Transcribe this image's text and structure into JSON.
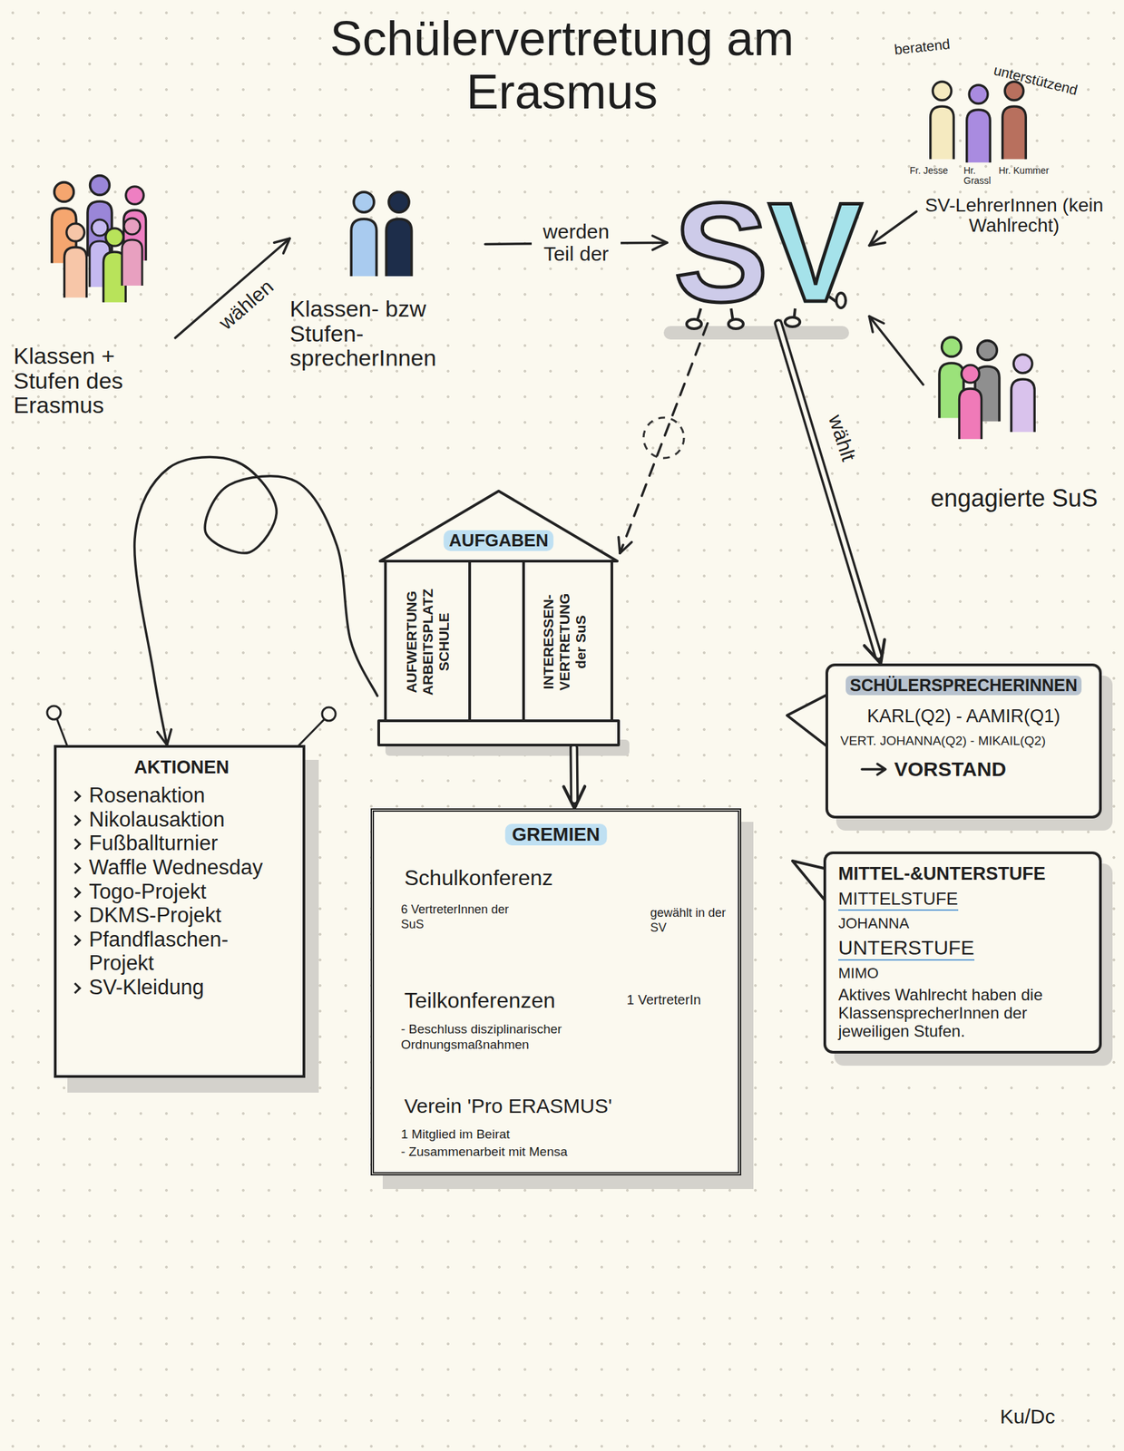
{
  "diagram": {
    "title": "Schülervertretung am Erasmus",
    "nodes": [
      {
        "text": [
          "Klassen + Stufen des Erasmus"
        ]
      },
      {
        "text": [
          "Klassen- bzw Stufen- sprecherInnen"
        ]
      },
      {
        "text": [
          "SV"
        ]
      },
      {
        "text": [
          "SV-LehrerInnen (kein Wahlrecht)"
        ]
      },
      {
        "text": [
          "engagierte SuS"
        ]
      },
      {
        "text": [
          "AUFGABEN",
          "AUFWERTUNG ARBEITSPLATZ SCHULE",
          "INTERESSEN- VERTRETUNG der SuS"
        ]
      },
      {
        "text": [
          "AKTIONEN",
          "Rosenaktion",
          "Nikolausaktion",
          "Fußballturnier",
          "Waffle Wednesday",
          "Togo-Projekt",
          "DKMS-Projekt",
          "Pfandflaschen-Projekt",
          "SV-Kleidung"
        ]
      },
      {
        "text": [
          "GREMIEN",
          "Schulkonferenz",
          "6 VertreterInnen der SuS",
          "gewählt in der SV",
          "Teilkonferenzen",
          "1 VertreterIn",
          "- Beschluss disziplinarischer Ordnungsmaßnahmen",
          "Verein 'Pro ERASMUS'",
          "1 Mitglied im Beirat",
          "- Zusammenarbeit mit Mensa"
        ]
      },
      {
        "text": [
          "SCHÜLERSPRECHERINNEN",
          "KARL(Q2) - AAMIR(Q1)",
          "VERT. JOHANNA(Q2) - MIKAIL(Q2)",
          "VORSTAND"
        ]
      },
      {
        "text": [
          "MITTEL-&UNTERSTUFE",
          "MITTELSTUFE",
          "JOHANNA",
          "UNTERSTUFE",
          "MIMO",
          "Aktives Wahlrecht haben die KlassensprecherInnen der jeweiligen Stufen."
        ]
      }
    ],
    "edges": [
      {
        "from": 0,
        "to": 1,
        "label": "wählen",
        "arrow": "to"
      },
      {
        "from": 1,
        "to": 2,
        "label": "werden Teil der",
        "arrow": "to"
      },
      {
        "from": 3,
        "to": 2,
        "arrow": "to"
      },
      {
        "from": 4,
        "to": 2,
        "arrow": "to"
      },
      {
        "from": 2,
        "to": 5,
        "arrow": "to"
      },
      {
        "from": 2,
        "to": 8,
        "label": "wählt",
        "arrow": "to"
      },
      {
        "from": 5,
        "to": 6,
        "arrow": "to"
      },
      {
        "from": 5,
        "to": 7,
        "arrow": "to"
      }
    ],
    "labels": [
      "beratend",
      "unterstützend",
      "Fr. Jesse",
      "Hr. Grassl",
      "Hr. Kummer",
      "Ku/Dc"
    ]
  }
}
